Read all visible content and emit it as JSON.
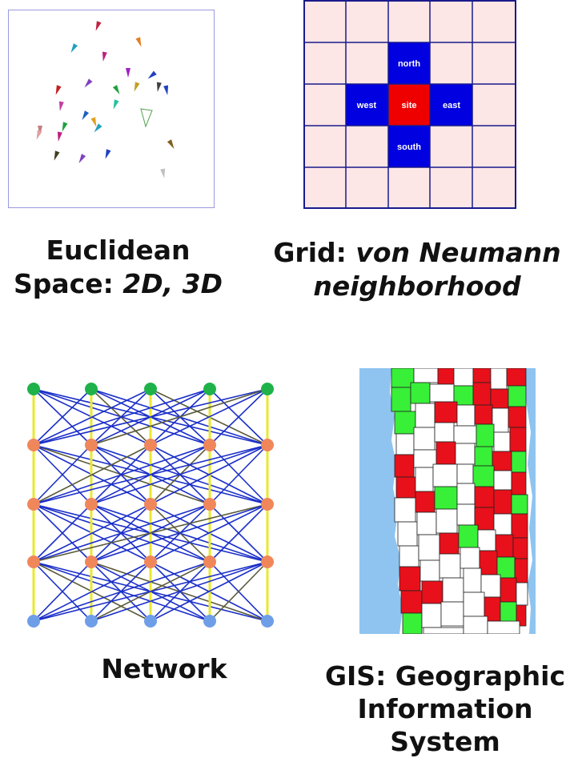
{
  "panels": {
    "euclidean": {
      "caption_line1": "Euclidean",
      "caption_line2_prefix": "Space: ",
      "caption_line2_italic": "2D, 3D"
    },
    "grid": {
      "caption_line1_prefix": "Grid: ",
      "caption_line1_italic": "von Neumann",
      "caption_line2_italic": "neighborhood",
      "cells": {
        "north": "north",
        "south": "south",
        "west": "west",
        "east": "east",
        "site": "site"
      },
      "colors": {
        "background": "#fde6e6",
        "lines": "#1a1a8c",
        "neighbor": "#0000e0",
        "site": "#ee0000"
      },
      "rows": 5,
      "cols": 5
    },
    "network": {
      "caption": "Network",
      "layers": [
        {
          "color": "#1fb24a",
          "nodes": 5
        },
        {
          "color": "#f0875a",
          "nodes": 5
        },
        {
          "color": "#f0875a",
          "nodes": 5
        },
        {
          "color": "#f0875a",
          "nodes": 5
        },
        {
          "color": "#6f9ee8",
          "nodes": 5
        }
      ],
      "edge_colors": [
        "#1a2ec8",
        "#e8e830",
        "#5a5a3a"
      ]
    },
    "gis": {
      "caption_line1": "GIS: Geographic",
      "caption_line2": "Information",
      "caption_line3": "System",
      "colors": {
        "water": "#8fc4f0",
        "red": "#e8101a",
        "green": "#38f038",
        "white": "#ffffff"
      }
    }
  }
}
